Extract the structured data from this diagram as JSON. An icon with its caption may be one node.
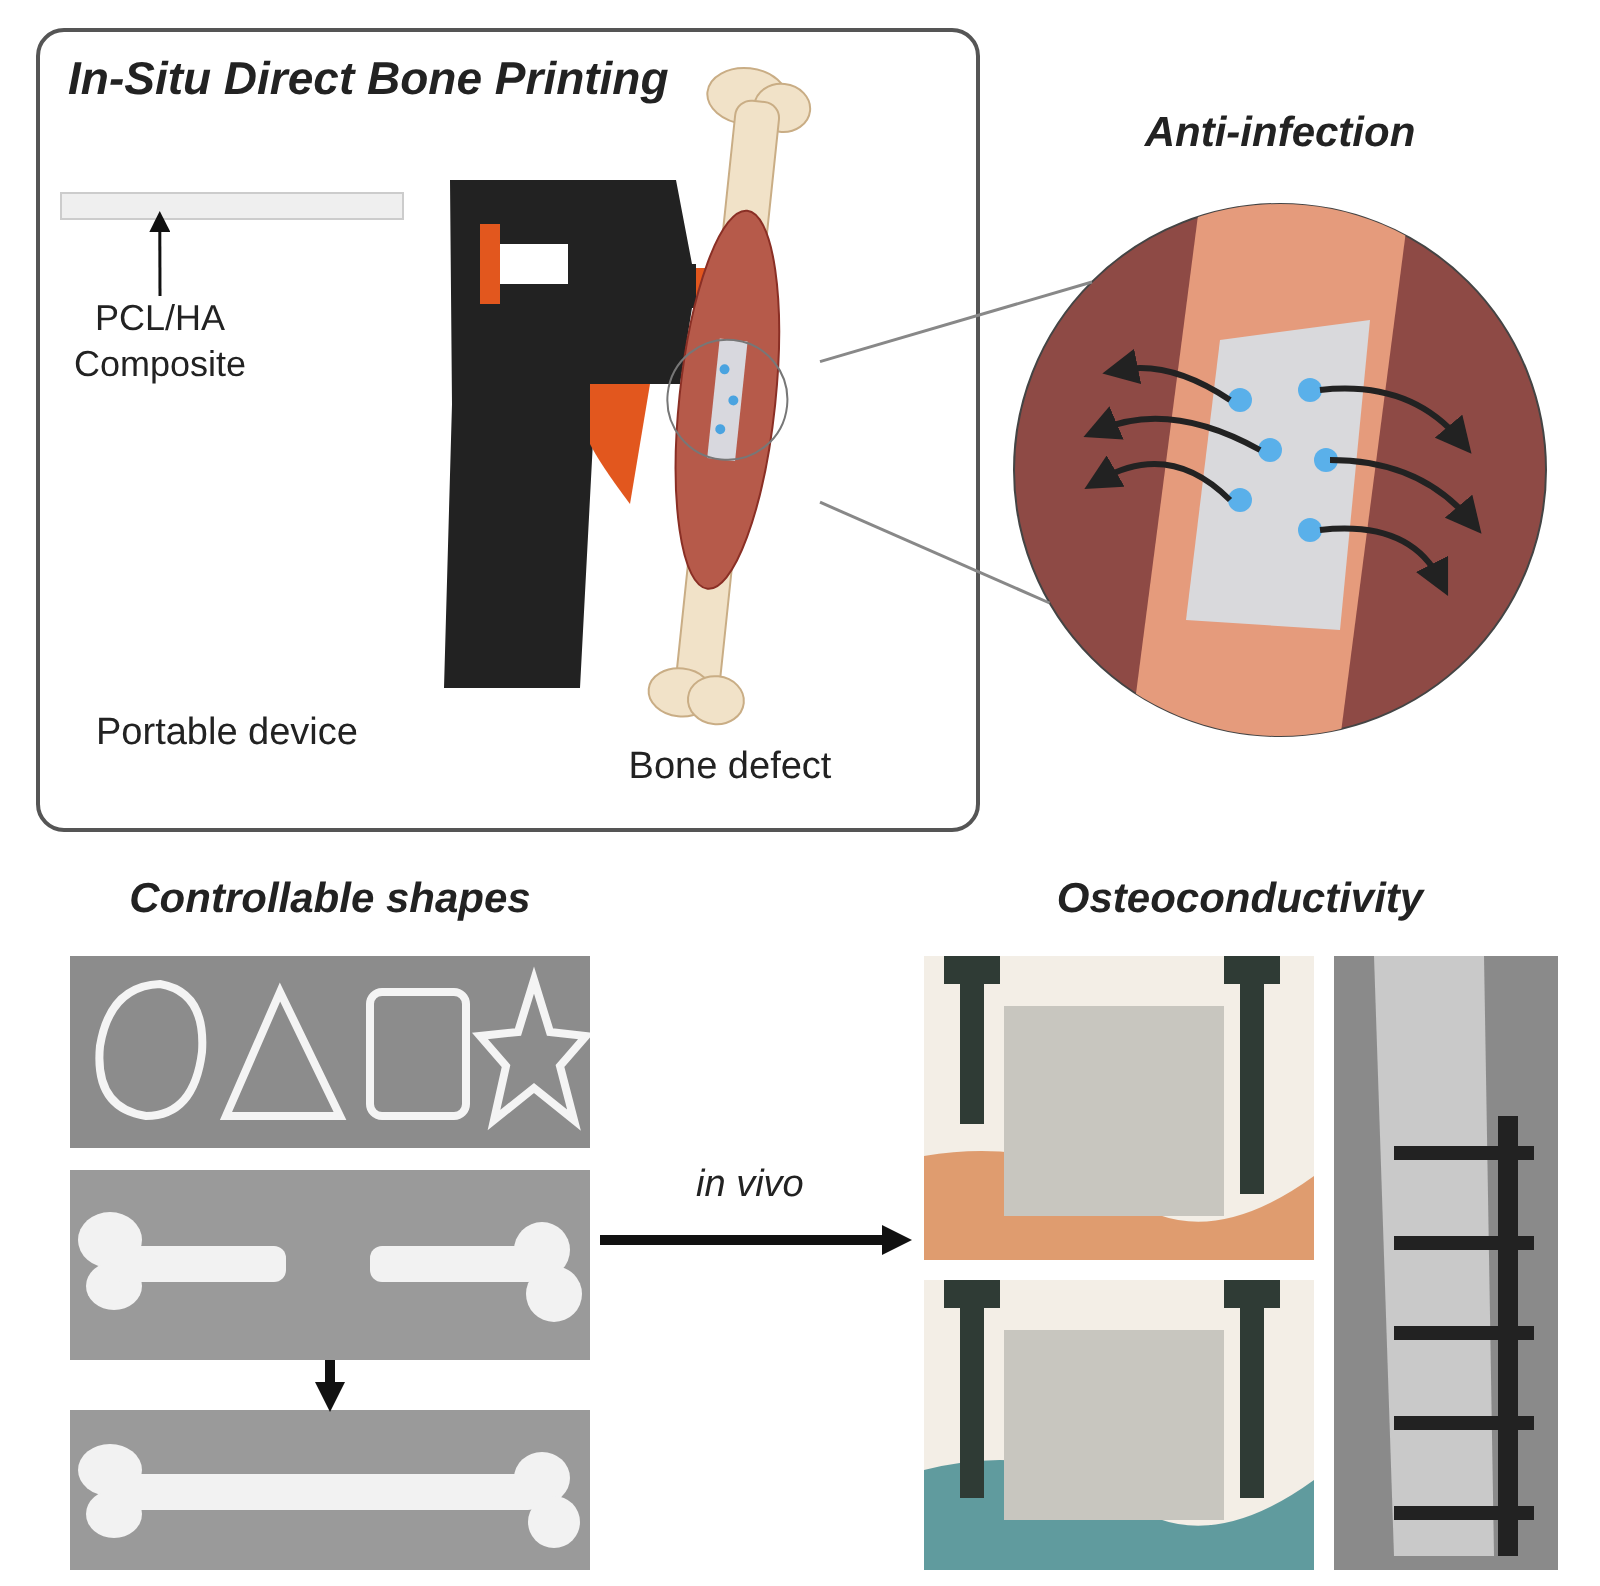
{
  "diagram": {
    "nodes": [
      {
        "text": [
          "In-Situ Direct Bone Printing"
        ]
      },
      {
        "text": [
          "PCL/HA Composite"
        ],
        "in": 0
      },
      {
        "text": [],
        "shape": "bar",
        "in": 0
      },
      {
        "text": [],
        "shape": "picture",
        "in": 0,
        "beside": [
          "Bone defect"
        ]
      },
      {
        "text": [
          "Anti-infection"
        ]
      },
      {
        "text": [
          "Controllable shapes"
        ]
      },
      {
        "text": [],
        "shape": "picture",
        "in": 5
      },
      {
        "text": [],
        "shape": "picture",
        "in": 5
      },
      {
        "text": [],
        "shape": "picture",
        "in": 5
      },
      {
        "text": [
          "Osteoconductivity"
        ]
      },
      {
        "text": [],
        "shape": "picture",
        "in": 9
      },
      {
        "text": [],
        "shape": "picture",
        "in": 9
      },
      {
        "text": [],
        "shape": "picture",
        "in": 9
      }
    ],
    "edges": [
      {
        "from": 1,
        "to": 2,
        "arrow": "to"
      },
      {
        "from": 3,
        "to": 4,
        "arrow": "none",
        "color": "#888888"
      },
      {
        "from": 3,
        "to": 4,
        "arrow": "none",
        "color": "#888888"
      },
      {
        "from": 7,
        "to": 8,
        "arrow": "to",
        "style": "thick"
      },
      {
        "from": 5,
        "to": 9,
        "arrow": "to",
        "style": "thick",
        "label": "in vivo"
      }
    ],
    "labels": [
      "Portable device"
    ]
  }
}
